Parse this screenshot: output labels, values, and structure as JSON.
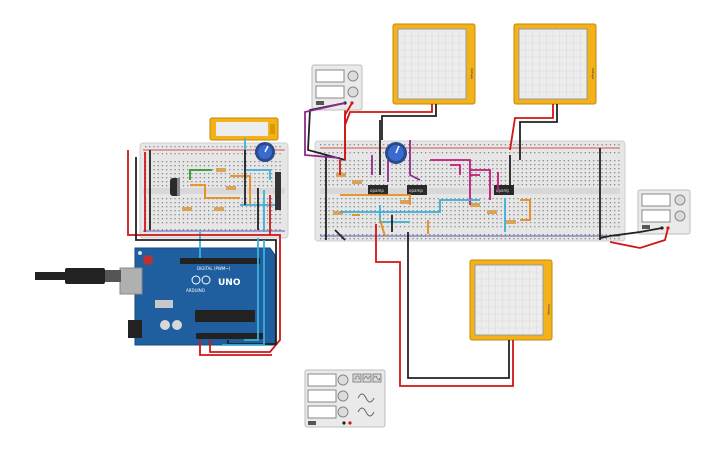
{
  "canvas": {
    "background": "#ffffff"
  },
  "colors": {
    "breadboard": "#e6e6e6",
    "arduino": "#1f5fa0",
    "oscilloscope_frame": "#f3b21b",
    "lcd_frame": "#f3b21b",
    "wire_red": "#d01616",
    "wire_black": "#222222",
    "wire_purple": "#8e2a8e",
    "wire_magenta": "#c4197a",
    "wire_cyan": "#3ab0d8",
    "wire_orange": "#e78a1b",
    "wire_green": "#2a9a2a",
    "ic_body": "#2a2a2a"
  },
  "arduino": {
    "brand": "UNO",
    "digital_label": "DIGITAL (PWM~)",
    "arduino_label": "ARDUINO"
  },
  "opamps": [
    {
      "label": "opamp"
    },
    {
      "label": "opamp"
    },
    {
      "label": "opamp"
    }
  ],
  "oscilloscopes": [
    {
      "side_label": "Voltage"
    },
    {
      "side_label": "Voltage"
    },
    {
      "side_label": "Voltage"
    }
  ],
  "icons": {
    "usb": "usb-cable-icon",
    "potentiometer": "potentiometer-knob-icon",
    "sine": "sine-wave-icon",
    "square": "square-wave-icon",
    "triangle": "triangle-wave-icon"
  }
}
